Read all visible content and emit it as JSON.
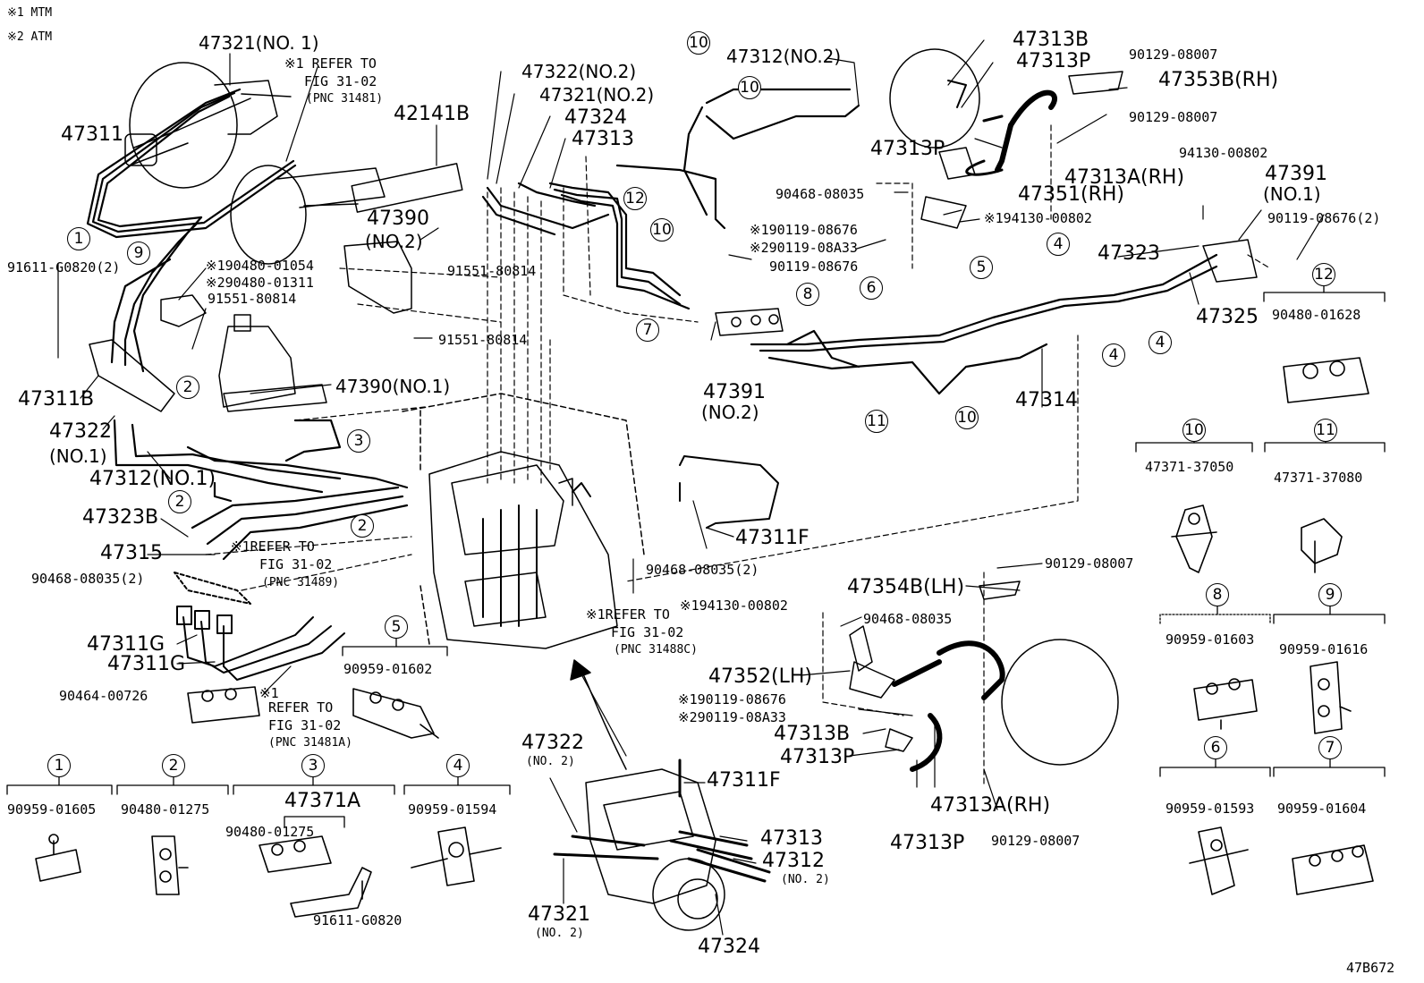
{
  "header": {
    "note1": "※1 MTM",
    "note2": "※2 ATM"
  },
  "figure_code": "47B672",
  "labels": {
    "l47321_no1": "47321(NO. 1)",
    "l47311": "47311",
    "refer_a": [
      "※1 REFER TO",
      "FIG 31-02",
      "(PNC 31481)"
    ],
    "l42141b": "42141B",
    "l47322_no2": "47322(NO.2)",
    "l47321_no2": "47321(NO.2)",
    "l47324": "47324",
    "l47313": "47313",
    "l47312_no2": "47312(NO.2)",
    "l47313b": "47313B",
    "l47313p_a": "47313P",
    "l90129_a": "90129-08007",
    "l47353b": "47353B(RH)",
    "l90129_b": "90129-08007",
    "l47313p_b": "47313P",
    "l47313a_rh": "47313A(RH)",
    "l94130": "94130-00802",
    "l47391_no1": [
      "47391",
      "(NO.1)"
    ],
    "l90468_a": "90468-08035",
    "l47351": "47351(RH)",
    "l194130_a": "※194130-00802",
    "l190119_a": "※190119-08676",
    "l290119_a": "※290119-08A33",
    "l90119_a": "90119-08676",
    "l90119_2": "90119-08676(2)",
    "l47323": "47323",
    "l47325": "47325",
    "l91611_2": "91611-G0820(2)",
    "l190480": "※190480-01054",
    "l290480": "※290480-01311",
    "l91551_a": "91551-80814",
    "l47390_no2": [
      "47390",
      "(NO.2)"
    ],
    "l91551_b": "91551-80814",
    "l91551_c": "91551-80814",
    "l47390_no1": "47390(NO.1)",
    "l47311b": "47311B",
    "l47322_no1": [
      "47322",
      "(NO.1)"
    ],
    "l47312_no1": "47312(NO.1)",
    "l47391_no2": [
      "47391",
      "(NO.2)"
    ],
    "l47314": "47314",
    "l47323b": "47323B",
    "l47315": "47315",
    "refer_b": [
      "※1REFER TO",
      "FIG 31-02",
      "(PNC 31489)"
    ],
    "l90468_2a": "90468-08035(2)",
    "l47311f_a": "47311F",
    "l90468_2b": "90468-08035(2)",
    "l90129_c": "90129-08007",
    "l47354b": "47354B(LH)",
    "refer_c": [
      "※1REFER TO",
      "FIG 31-02",
      "(PNC 31488C)"
    ],
    "l194130_b": "※194130-00802",
    "l90468_b": "90468-08035",
    "l47352": "47352(LH)",
    "l190119_b": "※190119-08676",
    "l290119_b": "※290119-08A33",
    "l47313b_b": "47313B",
    "l47313p_c": "47313P",
    "l47313a_rh_b": "47313A(RH)",
    "l47313p_d": "47313P",
    "l90129_d": "90129-08007",
    "l47311g_a": "47311G",
    "l47311g_b": "47311G",
    "l90464": "90464-00726",
    "refer_d": [
      "※1",
      "REFER TO",
      "FIG 31-02",
      "(PNC 31481A)"
    ],
    "l47322_no2_b": [
      "47322",
      "(NO. 2)"
    ],
    "l47311f_b": "47311F",
    "l47313_b": "47313",
    "l47312_no2_b": [
      "47312",
      "(NO. 2)"
    ],
    "l47321_no2_b": [
      "47321",
      "(NO. 2)"
    ],
    "l47324_b": "47324"
  },
  "clamp_groups": {
    "g1": {
      "num": "1",
      "part": "90959-01605"
    },
    "g2": {
      "num": "2",
      "part": "90480-01275"
    },
    "g3": {
      "num": "3",
      "part": "47371A",
      "sub1": "90480-01275",
      "sub2": "91611-G0820"
    },
    "g4": {
      "num": "4",
      "part": "90959-01594"
    },
    "g5": {
      "num": "5",
      "part": "90959-01602"
    },
    "g6": {
      "num": "6",
      "part": "90959-01593"
    },
    "g7": {
      "num": "7",
      "part": "90959-01604"
    },
    "g8": {
      "num": "8",
      "part": "90959-01603"
    },
    "g9": {
      "num": "9",
      "part": "90959-01616"
    },
    "g10": {
      "num": "10",
      "part": "47371-37050"
    },
    "g11": {
      "num": "11",
      "part": "47371-37080"
    },
    "g12": {
      "num": "12",
      "part": "90480-01628"
    }
  },
  "callouts": {
    "c1": "1",
    "c9": "9",
    "c2a": "2",
    "c3": "3",
    "c2b": "2",
    "c2c": "2",
    "c10a": "10",
    "c10b": "10",
    "c10c": "10",
    "c12": "12",
    "c7": "7",
    "c8": "8",
    "c6": "6",
    "c5": "5",
    "c4a": "4",
    "c4b": "4",
    "c4c": "4",
    "c11": "11",
    "c10d": "10"
  }
}
